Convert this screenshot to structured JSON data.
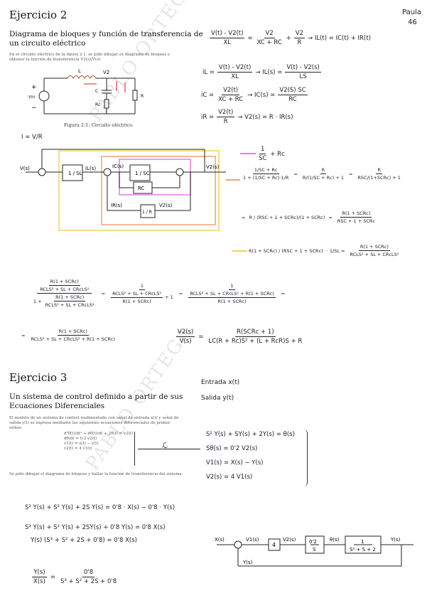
{
  "watermark": {
    "text": "PABLO ORTEGA"
  },
  "author_tag": {
    "line1": "Paula",
    "line2": "46"
  },
  "exercise2": {
    "title": "Ejercicio 2",
    "subtitle_l1": "Diagrama de bloques y función de transferencia de",
    "subtitle_l2": "un circuito eléctrico",
    "intro": "En el circuito eléctrico de la figura 2.1, se pide dibujar su diagrama de bloques y obtener la función de transferencia V2(s)/V(s).",
    "figure_caption": "Figura 2.1: Circuito eléctrico.",
    "circuit": {
      "l_label": "L",
      "v2_label": "V2",
      "c_label": "C",
      "rc_label": "Rc",
      "r_label": "R",
      "source_label": "V(t)",
      "plus": "+",
      "minus": "−"
    },
    "eq1": {
      "lhs_num": "V(t) - V2(t)",
      "lhs_den": "XL",
      "mid_num": "V2",
      "mid_den": "XC + RC",
      "plus": "+",
      "r_num": "V2",
      "r_den": "R",
      "res": "→ IL(t) = IC(t) + IR(t)"
    },
    "eq2": {
      "lhs": "iL =",
      "num": "V(t) - V2(t)",
      "den": "XL",
      "arrow": "→ IL(s) =",
      "rnum": "V(t) - V2(s)",
      "rden": "LS"
    },
    "eq3": {
      "lhs": "iC =",
      "num": "V2(t)",
      "den": "XC + RC",
      "arrow": "→ IC(s) =",
      "rnum": "V2(S) SC",
      "rden": "RC"
    },
    "eq4": {
      "lhs": "iR =",
      "num": "V2(t)",
      "den": "R",
      "arrow": "→ V2(s) = R · IR(s)"
    },
    "block": {
      "current_note": "I = V/R",
      "input": "V(s)",
      "b1": "1 / SL",
      "il": "IL(s)",
      "ic": "IC(s)",
      "b2": "1 / SC",
      "b3": "RC",
      "ir": "IR(s)",
      "b4": "1 / R",
      "v2": "V2(s)",
      "output": "V2(s)"
    },
    "red1": {
      "num": "1",
      "den": "SC",
      "tail": "+ Rc"
    },
    "red2": {
      "a": "1/SC + Rc",
      "b": "1 + (1/SC + Rc)·1/R",
      "c": "R",
      "d": "R/(1/SC + Rc) + 1",
      "e": "R",
      "f": "RSC/(1+SCRc) + 1"
    },
    "red3": {
      "a": "R / (RSC + 1 + SCRc)/(1 + SCRc)",
      "b": "R(1 + SCRc)",
      "c": "RSC + 1 + SCRc"
    },
    "red4": {
      "a": "R(1 + SCRc) / (RSC + 1 + SCRc)",
      "b": "· 1/SL =",
      "c": "R(1 + SCRc)",
      "d": "RCLS² + SL + CRcLS²"
    },
    "big1": {
      "n1": "R(1 + SCRc)",
      "d1": "RCLS² + SL + CRcLS²",
      "plus": "1 +",
      "n2": "R(1 + SCRc)",
      "d2": "RCLS² + SL + CRcLS²",
      "n3": "1",
      "d3": "RCLS² + SL + CRcLS²",
      "d3b": "R(1 + SCRc)",
      "one": "+ 1",
      "n4": "1",
      "d4": "RCLS² + SL + CRcLS² + R(1 + SCRc)",
      "d4b": "R(1 + SCRc)"
    },
    "final": {
      "lhs_num": "R(1 + SCRc)",
      "lhs_den": "RCLS² + SL + CRcLS² + R(1 + SCRc)",
      "tf_num": "V2(s)",
      "tf_den": "V(s)",
      "rhs_num": "R(SCRc + 1)",
      "rhs_den": "LC(R + Rc)S² + (L + RcR)S + R"
    }
  },
  "exercise3": {
    "title": "Ejercicio 3",
    "subtitle_l1": "Un sistema de control definido a partir de sus",
    "subtitle_l2": "Ecuaciones Diferenciales",
    "intro": "El modelo de un sistema de control realimentado con señal de entrada x(t) y señal de salida y(t) se expresa mediante las siguientes ecuaciones diferenciales de primer orden:",
    "orig_eqs": [
      "d²θ(t)/dt² + dθ(t)/dt + 2θ(t) = v2(t)",
      "dθ/dt = 0.2 v2(t)",
      "v1(t) = x(t) − y(t)",
      "v2(t) = 4 v1(t)"
    ],
    "ask": "Se pide dibujar el diagrama de bloques y hallar la función de transferencia del sistema.",
    "laplace_symbol": "ℒ",
    "in_out": [
      "Entrada x(t)",
      "Salida y(t)"
    ],
    "laplace_eqs": [
      "S² Y(s) + SY(s) + 2Y(s) = θ(s)",
      "Sθ(s) = 0'2 V2(s)",
      "V1(s) = X(s) − Y(s)",
      "V2(s) = 4 V1(s)"
    ],
    "work": [
      "S³ Y(s) + S² Y(s) + 2S Y(s) = 0'8 · X(s) − 0'8 · Y(s)",
      "S³ Y(s) + S² Y(s) + 2SY(s) + 0'8 Y(s) = 0'8 X(s)",
      "Y(s) (S³ + S² + 2S + 0'8) = 0'8 X(s)"
    ],
    "tf": {
      "num_l": "Y(s)",
      "den_l": "X(s)",
      "num_r": "0'8",
      "den_r": "S³ + S² + 2S + 0'8"
    },
    "block": {
      "xs": "X(s)",
      "v1": "V1(s)",
      "g1": "4",
      "v2": "V2(s)",
      "g2n": "0'2",
      "g2d": "S",
      "th": "θ(s)",
      "g3n": "1",
      "g3d": "S² + S + 2",
      "ys": "Y(s)",
      "fb": "Y(s)"
    }
  }
}
